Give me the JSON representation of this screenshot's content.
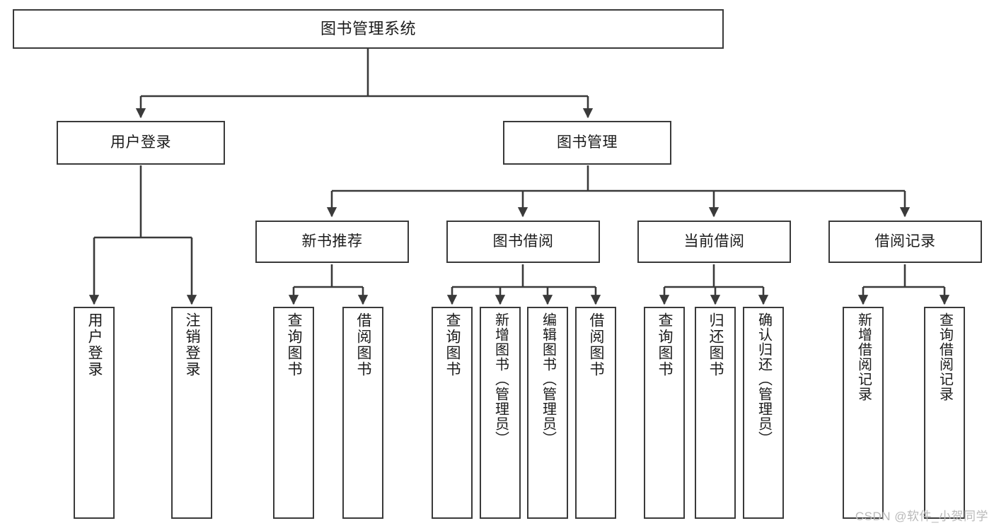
{
  "diagram": {
    "title": "图书管理系统",
    "type": "functional-structure-tree",
    "stroke_color": "#3a3a3a",
    "text_color": "#1b1b1b",
    "background_color": "#ffffff",
    "watermark": "CSDN @软件_小贺同学"
  },
  "nodes": {
    "root": {
      "label": "图书管理系统"
    },
    "level2": [
      {
        "label": "用户登录"
      },
      {
        "label": "图书管理"
      }
    ],
    "level3": [
      {
        "label": "新书推荐"
      },
      {
        "label": "图书借阅"
      },
      {
        "label": "当前借阅"
      },
      {
        "label": "借阅记录"
      }
    ],
    "leaves": {
      "user_login": [
        {
          "label": "用户登录"
        },
        {
          "label": "注销登录"
        }
      ],
      "new_book_recommend": [
        {
          "label": "查询图书"
        },
        {
          "label": "借阅图书"
        }
      ],
      "book_borrow": [
        {
          "label": "查询图书"
        },
        {
          "label": "新增图书（管理员）"
        },
        {
          "label": "编辑图书（管理员）"
        },
        {
          "label": "借阅图书"
        }
      ],
      "current_borrow": [
        {
          "label": "查询图书"
        },
        {
          "label": "归还图书"
        },
        {
          "label": "确认归还（管理员）"
        }
      ],
      "borrow_record": [
        {
          "label": "新增借阅记录"
        },
        {
          "label": "查询借阅记录"
        }
      ]
    }
  }
}
